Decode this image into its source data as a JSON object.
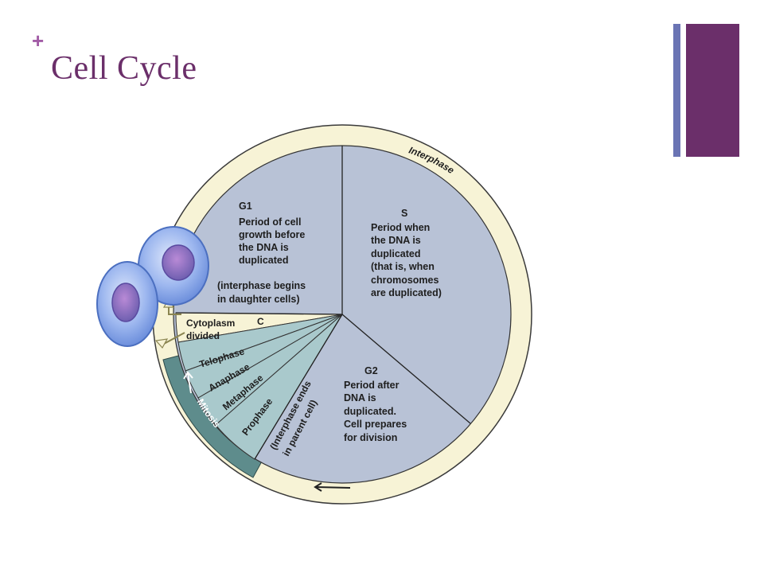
{
  "slide": {
    "bullet": "+",
    "title": "Cell Cycle"
  },
  "colors": {
    "accent_purple": "#6b2f6a",
    "bullet_purple": "#a25ca6",
    "deco_blue": "#6a74b4",
    "ring_cream": "#f7f3d6",
    "sector_blue": "#b8c2d6",
    "mitosis_teal": "#a9c9cc",
    "mitosis_dark": "#5e8c8c",
    "cell_blue": "#7da0e6"
  },
  "diagram": {
    "ring_label_interphase": "Interphase",
    "ring_label_mitosis": "Mitosis",
    "g1": {
      "heading": "G1",
      "lines": [
        "Period of cell",
        "growth before",
        "the DNA is",
        "duplicated"
      ],
      "note_lines": [
        "(interphase begins",
        "in daughter cells)"
      ]
    },
    "s": {
      "heading": "S",
      "lines": [
        "Period when",
        "the DNA is",
        "duplicated",
        "(that is, when",
        "chromosomes",
        "are duplicated)"
      ]
    },
    "g2": {
      "heading": "G2",
      "lines": [
        "Period after",
        "DNA is",
        "duplicated.",
        "Cell prepares",
        "for division"
      ]
    },
    "cytokinesis": {
      "lines": [
        "Cytoplasm",
        "divided"
      ],
      "letter": "C"
    },
    "phases": [
      "Telophase",
      "Anaphase",
      "Metaphase",
      "Prophase"
    ],
    "interphase_ends": [
      "(Interphase ends",
      "in parent cell)"
    ]
  }
}
